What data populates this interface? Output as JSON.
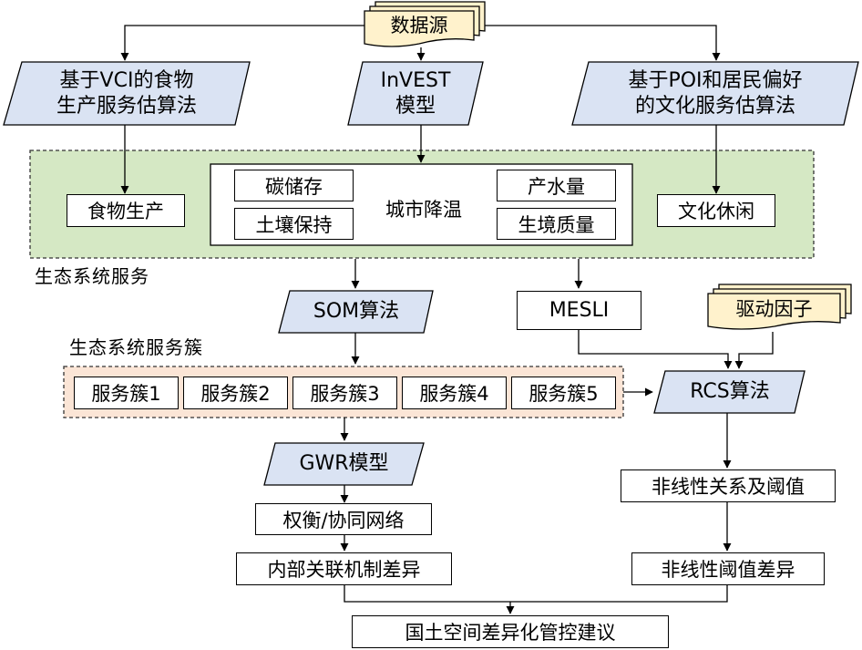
{
  "colors": {
    "parallelogram_fill": "#dae3f3",
    "document_fill": "#fff2cc",
    "ecosystem_fill": "#d5e8c4",
    "cluster_fill": "#fbe5d6"
  },
  "top": {
    "data_source": "数据源"
  },
  "methods": {
    "food": {
      "line1": "基于VCI的食物",
      "line2": "生产服务估算法"
    },
    "invest": {
      "line1": "InVEST",
      "line2": "模型"
    },
    "culture": {
      "line1": "基于POI和居民偏好",
      "line2": "的文化服务估算法"
    }
  },
  "ecosystem": {
    "label": "生态系统服务",
    "food_production": "食物生产",
    "carbon_storage": "碳储存",
    "soil_retention": "土壤保持",
    "urban_cooling": "城市降温",
    "water_yield": "产水量",
    "habitat_quality": "生境质量",
    "cultural_leisure": "文化休闲"
  },
  "som": "SOM算法",
  "mesli": "MESLI",
  "drivers": "驱动因子",
  "clusters": {
    "label": "生态系统服务簇",
    "items": [
      "服务簇1",
      "服务簇2",
      "服务簇3",
      "服务簇4",
      "服务簇5"
    ]
  },
  "rcs": "RCS算法",
  "gwr": "GWR模型",
  "tradeoff": "权衡/协同网络",
  "internal_diff": "内部关联机制差异",
  "nonlinear": "非线性关系及阈值",
  "nonlinear_diff": "非线性阈值差异",
  "suggestion": "国土空间差异化管控建议"
}
